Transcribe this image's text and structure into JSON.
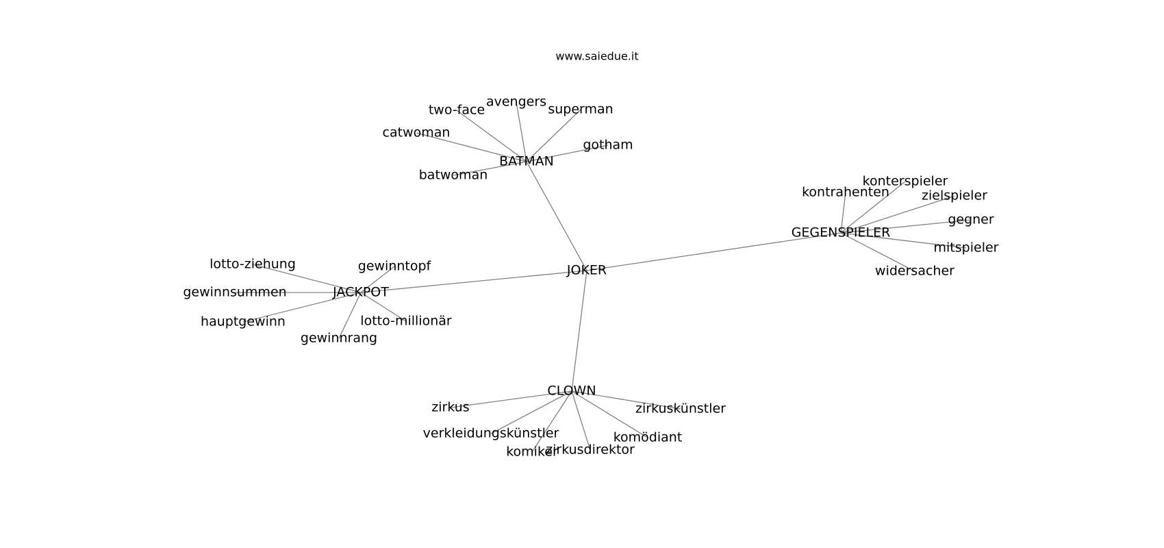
{
  "title": "www.saiedue.it",
  "edge_color": "#808080",
  "text_color": "#000000",
  "nodes": [
    {
      "id": "joker",
      "label": "JOKER"
    },
    {
      "id": "batman",
      "label": "BATMAN"
    },
    {
      "id": "gegenspieler",
      "label": "GEGENSPIELER"
    },
    {
      "id": "jackpot",
      "label": "JACKPOT"
    },
    {
      "id": "clown",
      "label": "CLOWN"
    },
    {
      "id": "avengers",
      "label": "avengers"
    },
    {
      "id": "two-face",
      "label": "two-face"
    },
    {
      "id": "superman",
      "label": "superman"
    },
    {
      "id": "catwoman",
      "label": "catwoman"
    },
    {
      "id": "gotham",
      "label": "gotham"
    },
    {
      "id": "batwoman",
      "label": "batwoman"
    },
    {
      "id": "konterspieler",
      "label": "konterspieler"
    },
    {
      "id": "kontrahenten",
      "label": "kontrahenten"
    },
    {
      "id": "zielspieler",
      "label": "zielspieler"
    },
    {
      "id": "gegner",
      "label": "gegner"
    },
    {
      "id": "mitspieler",
      "label": "mitspieler"
    },
    {
      "id": "widersacher",
      "label": "widersacher"
    },
    {
      "id": "lotto-ziehung",
      "label": "lotto-ziehung"
    },
    {
      "id": "gewinntopf",
      "label": "gewinntopf"
    },
    {
      "id": "gewinnsummen",
      "label": "gewinnsummen"
    },
    {
      "id": "hauptgewinn",
      "label": "hauptgewinn"
    },
    {
      "id": "lotto-millionar",
      "label": "lotto-millionär"
    },
    {
      "id": "gewinnrang",
      "label": "gewinnrang"
    },
    {
      "id": "zirkus",
      "label": "zirkus"
    },
    {
      "id": "zirkuskunstler",
      "label": "zirkuskünstler"
    },
    {
      "id": "verkleidungskunstler",
      "label": "verkleidungskünstler"
    },
    {
      "id": "komodiant",
      "label": "komödiant"
    },
    {
      "id": "komiker",
      "label": "komiker"
    },
    {
      "id": "zirkusdirektor",
      "label": "zirkusdirektor"
    }
  ],
  "edges": [
    [
      "joker",
      "batman"
    ],
    [
      "joker",
      "gegenspieler"
    ],
    [
      "joker",
      "jackpot"
    ],
    [
      "joker",
      "clown"
    ],
    [
      "batman",
      "avengers"
    ],
    [
      "batman",
      "two-face"
    ],
    [
      "batman",
      "superman"
    ],
    [
      "batman",
      "catwoman"
    ],
    [
      "batman",
      "gotham"
    ],
    [
      "batman",
      "batwoman"
    ],
    [
      "gegenspieler",
      "konterspieler"
    ],
    [
      "gegenspieler",
      "kontrahenten"
    ],
    [
      "gegenspieler",
      "zielspieler"
    ],
    [
      "gegenspieler",
      "gegner"
    ],
    [
      "gegenspieler",
      "mitspieler"
    ],
    [
      "gegenspieler",
      "widersacher"
    ],
    [
      "jackpot",
      "lotto-ziehung"
    ],
    [
      "jackpot",
      "gewinntopf"
    ],
    [
      "jackpot",
      "gewinnsummen"
    ],
    [
      "jackpot",
      "hauptgewinn"
    ],
    [
      "jackpot",
      "lotto-millionar"
    ],
    [
      "jackpot",
      "gewinnrang"
    ],
    [
      "clown",
      "zirkus"
    ],
    [
      "clown",
      "zirkuskunstler"
    ],
    [
      "clown",
      "verkleidungskunstler"
    ],
    [
      "clown",
      "komodiant"
    ],
    [
      "clown",
      "komiker"
    ],
    [
      "clown",
      "zirkusdirektor"
    ]
  ]
}
